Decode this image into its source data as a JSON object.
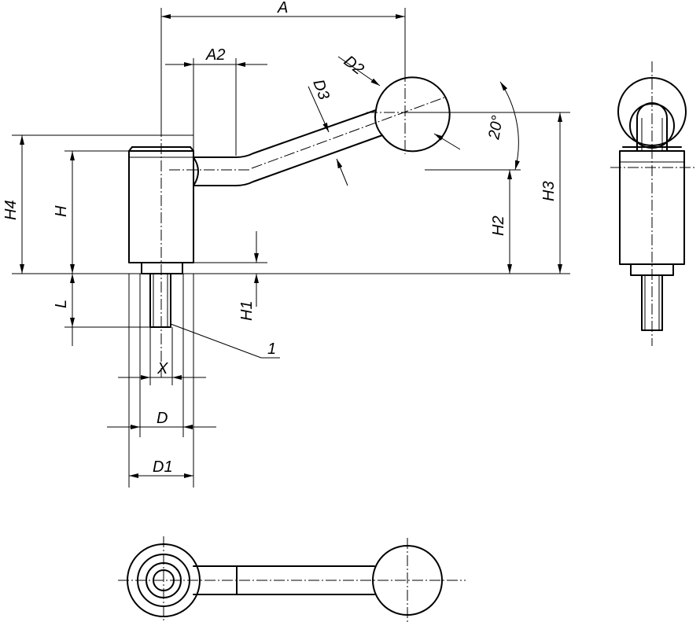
{
  "labels": {
    "A": "A",
    "A2": "A2",
    "D2": "D2",
    "D3": "D3",
    "angle": "20°",
    "H4": "H4",
    "H": "H",
    "H2": "H2",
    "H3": "H3",
    "L": "L",
    "H1": "H1",
    "item": "1",
    "X": "X",
    "D": "D",
    "D1": "D1"
  }
}
